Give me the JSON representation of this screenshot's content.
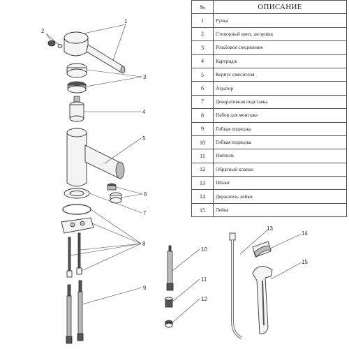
{
  "table": {
    "header_num": "№",
    "header_desc": "ОПИСАНИЕ",
    "rows": [
      {
        "num": "1",
        "name": "Ручка"
      },
      {
        "num": "2",
        "name": "Стопорный винт, заглушка"
      },
      {
        "num": "3",
        "name": "Резьбовое соединение"
      },
      {
        "num": "4",
        "name": "Картридж"
      },
      {
        "num": "5",
        "name": "Корпус смесителя"
      },
      {
        "num": "6",
        "name": "Аэратор"
      },
      {
        "num": "7",
        "name": "Декоративная подставка"
      },
      {
        "num": "8",
        "name": "Набор для монтажа"
      },
      {
        "num": "9",
        "name": "Гибкая подводка"
      },
      {
        "num": "10",
        "name": "Гибкая подводка"
      },
      {
        "num": "11",
        "name": "Ниппель"
      },
      {
        "num": "12",
        "name": "Обратный клапан"
      },
      {
        "num": "13",
        "name": "Шланг"
      },
      {
        "num": "14",
        "name": "Держатель лейки"
      },
      {
        "num": "15",
        "name": "Лейка"
      }
    ]
  },
  "callouts": [
    "1",
    "2",
    "3",
    "4",
    "5",
    "6",
    "7",
    "8",
    "9",
    "10",
    "11",
    "12",
    "13",
    "14",
    "15"
  ]
}
